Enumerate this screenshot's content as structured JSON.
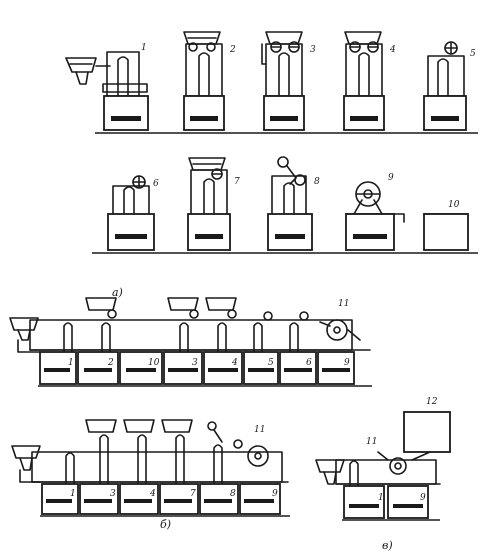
{
  "colors": {
    "ink": "#1a1a1a",
    "paper": "#ffffff"
  },
  "rows": [
    {
      "id": "row1",
      "units": [
        {
          "type": "feeder",
          "label": "1"
        },
        {
          "type": "cutter",
          "label": "2"
        },
        {
          "type": "twin",
          "label": "3"
        },
        {
          "type": "twin",
          "label": "4"
        },
        {
          "type": "roller",
          "label": "5"
        }
      ]
    },
    {
      "id": "row2",
      "units": [
        {
          "type": "roller",
          "label": "6"
        },
        {
          "type": "cutter",
          "label": "7"
        },
        {
          "type": "folder",
          "label": "8"
        },
        {
          "type": "press",
          "label": "9"
        },
        {
          "type": "box",
          "label": "10"
        }
      ]
    }
  ],
  "lines": [
    {
      "id": "a",
      "caption": "a)",
      "callout": "11",
      "labels": [
        "1",
        "2",
        "10",
        "3",
        "4",
        "5",
        "6",
        "9"
      ]
    },
    {
      "id": "b",
      "caption": "б)",
      "callout": "11",
      "labels": [
        "1",
        "3",
        "4",
        "7",
        "8",
        "9"
      ]
    },
    {
      "id": "c",
      "caption": "в)",
      "callout": "11",
      "top": "12",
      "labels": [
        "1",
        "9"
      ]
    }
  ]
}
